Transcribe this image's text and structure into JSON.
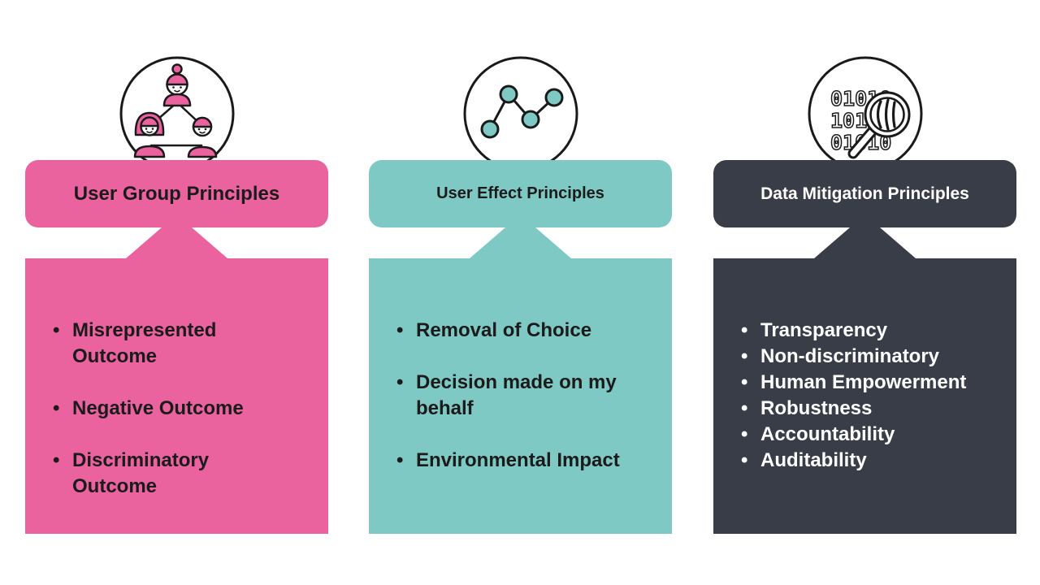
{
  "page": {
    "background": "#FFFFFF"
  },
  "columns": [
    {
      "id": "user-group",
      "icon": "people-network-icon",
      "title": "User Group Principles",
      "accent": "#EA639E",
      "text_color": "#1B1B1B",
      "items": [
        "Misrepresented Outcome",
        "Negative Outcome",
        "Discriminatory Outcome"
      ]
    },
    {
      "id": "user-effect",
      "icon": "line-chart-icon",
      "title": "User Effect Principles",
      "accent": "#7FC9C5",
      "text_color": "#1B1B1B",
      "items": [
        "Removal of Choice",
        "Decision made on my behalf",
        "Environmental Impact"
      ]
    },
    {
      "id": "data-mitigation",
      "icon": "binary-magnifier-icon",
      "title": "Data Mitigation Principles",
      "accent": "#393D48",
      "text_color": "#FFFFFF",
      "items": [
        "Transparency",
        "Non-discriminatory",
        "Human Empowerment",
        "Robustness",
        "Accountability",
        "Auditability"
      ]
    }
  ]
}
